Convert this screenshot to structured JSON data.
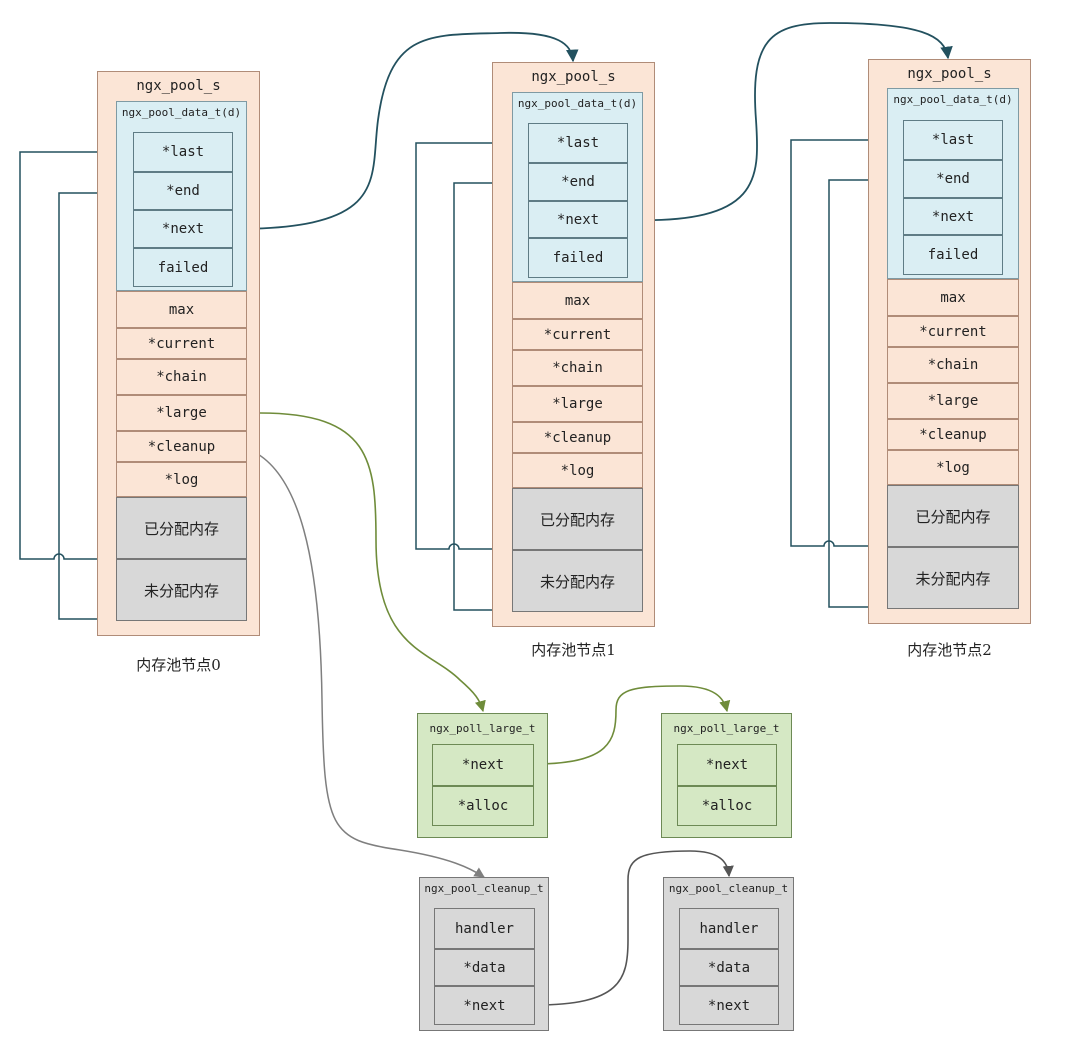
{
  "nodes": [
    {
      "struct": "ngx_pool_s",
      "data_struct": "ngx_pool_data_t(d)",
      "data_fields": [
        "*last",
        "*end",
        "*next",
        "failed"
      ],
      "fields": [
        "max",
        "*current",
        "*chain",
        "*large",
        "*cleanup",
        "*log"
      ],
      "allocated": "已分配内存",
      "unallocated": "未分配内存",
      "caption": "内存池节点0"
    },
    {
      "struct": "ngx_pool_s",
      "data_struct": "ngx_pool_data_t(d)",
      "data_fields": [
        "*last",
        "*end",
        "*next",
        "failed"
      ],
      "fields": [
        "max",
        "*current",
        "*chain",
        "*large",
        "*cleanup",
        "*log"
      ],
      "allocated": "已分配内存",
      "unallocated": "未分配内存",
      "caption": "内存池节点1"
    },
    {
      "struct": "ngx_pool_s",
      "data_struct": "ngx_pool_data_t(d)",
      "data_fields": [
        "*last",
        "*end",
        "*next",
        "failed"
      ],
      "fields": [
        "max",
        "*current",
        "*chain",
        "*large",
        "*cleanup",
        "*log"
      ],
      "allocated": "已分配内存",
      "unallocated": "未分配内存",
      "caption": "内存池节点2"
    }
  ],
  "large": [
    {
      "struct": "ngx_poll_large_t",
      "fields": [
        "*next",
        "*alloc"
      ]
    },
    {
      "struct": "ngx_poll_large_t",
      "fields": [
        "*next",
        "*alloc"
      ]
    }
  ],
  "cleanup": [
    {
      "struct": "ngx_pool_cleanup_t",
      "fields": [
        "handler",
        "*data",
        "*next"
      ]
    },
    {
      "struct": "ngx_pool_cleanup_t",
      "fields": [
        "handler",
        "*data",
        "*next"
      ]
    }
  ],
  "colors": {
    "pool_bg": "#fbe5d6",
    "data_bg": "#daeef3",
    "memory_bg": "#d8d8d8",
    "large_bg": "#d5e8c4",
    "next_arrow": "#23515f",
    "large_arrow": "#6f8c3a",
    "cleanup_arrow": "#7f7f7f",
    "cleanup_next_arrow": "#555555"
  }
}
